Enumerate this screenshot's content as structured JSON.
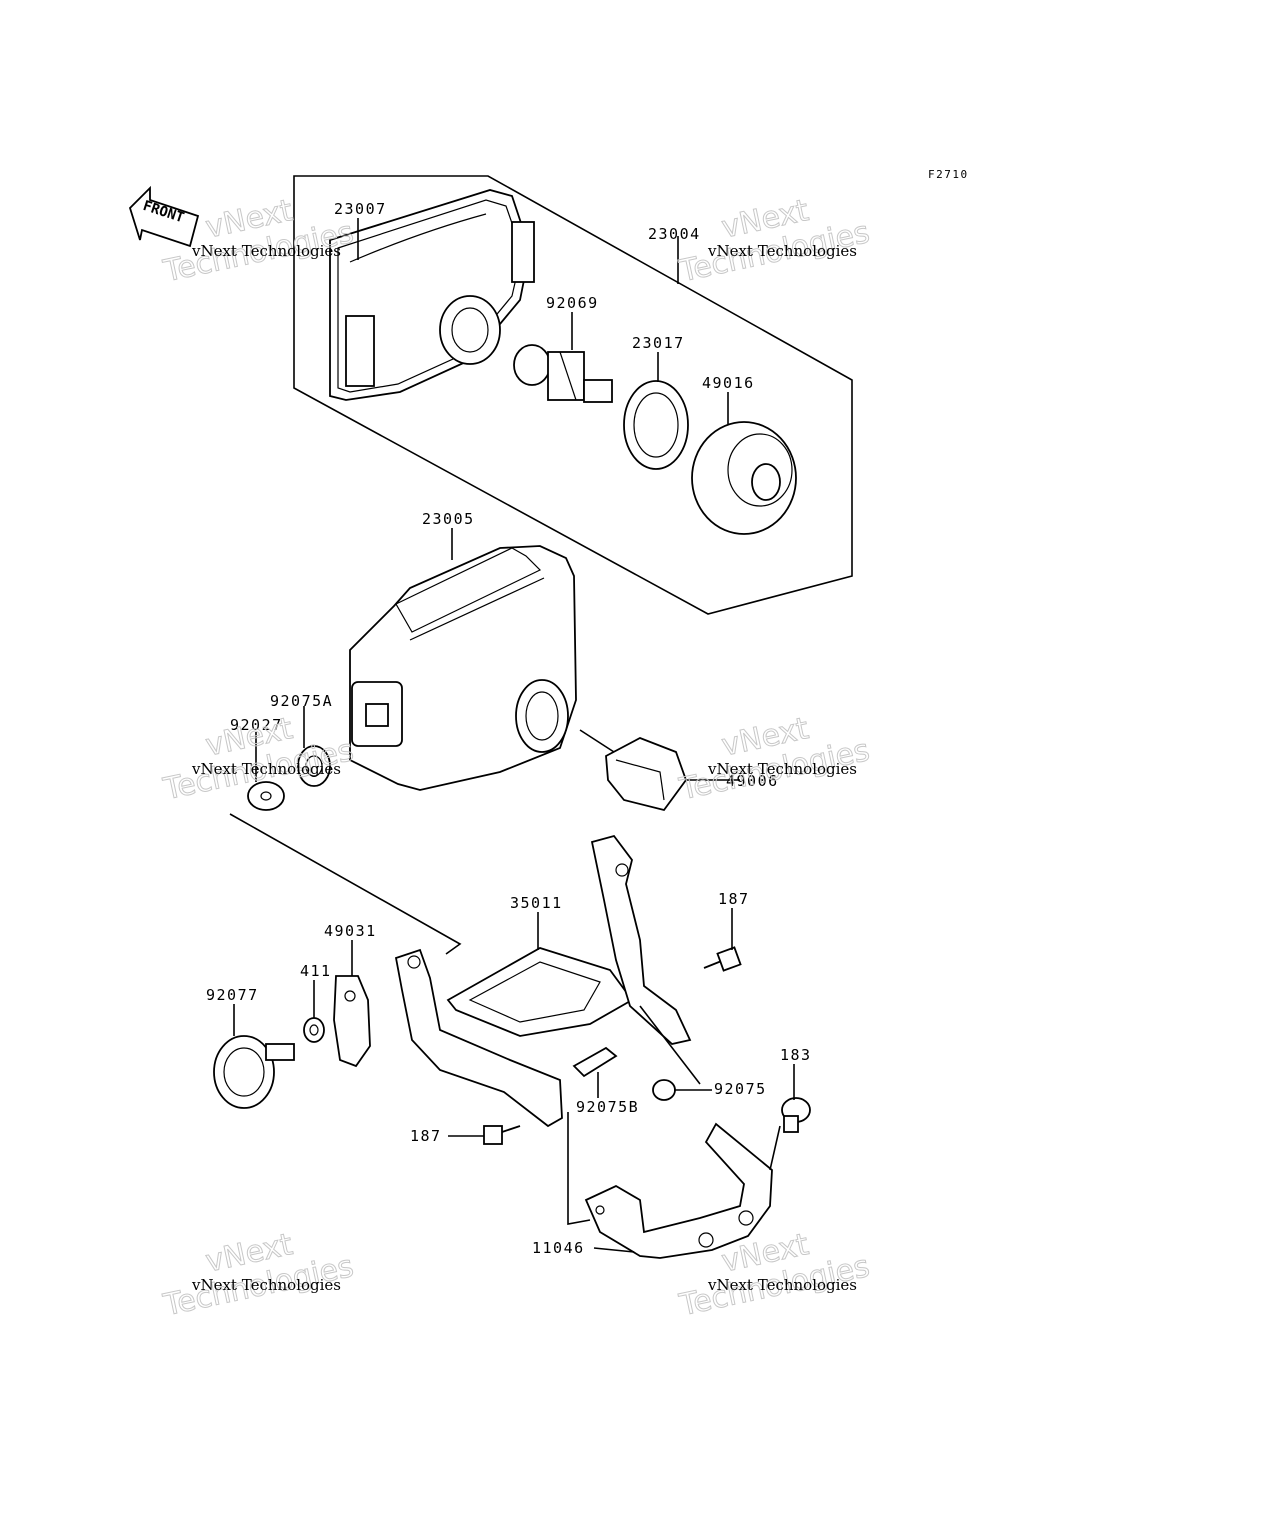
{
  "figure_code": "F2710",
  "front_arrow_label": "FRONT",
  "watermark": {
    "line1": "vNext",
    "line2": "Technologies",
    "small": "vNext Technologies"
  },
  "callouts": [
    {
      "id": "23007",
      "text": "23007"
    },
    {
      "id": "23004",
      "text": "23004"
    },
    {
      "id": "92069",
      "text": "92069"
    },
    {
      "id": "23017",
      "text": "23017"
    },
    {
      "id": "49016",
      "text": "49016"
    },
    {
      "id": "23005",
      "text": "23005"
    },
    {
      "id": "92075A",
      "text": "92075A"
    },
    {
      "id": "92027",
      "text": "92027"
    },
    {
      "id": "49006",
      "text": "49006"
    },
    {
      "id": "35011",
      "text": "35011"
    },
    {
      "id": "187a",
      "text": "187"
    },
    {
      "id": "49031",
      "text": "49031"
    },
    {
      "id": "411",
      "text": "411"
    },
    {
      "id": "92077",
      "text": "92077"
    },
    {
      "id": "183",
      "text": "183"
    },
    {
      "id": "92075",
      "text": "92075"
    },
    {
      "id": "92075B",
      "text": "92075B"
    },
    {
      "id": "187b",
      "text": "187"
    },
    {
      "id": "11046",
      "text": "11046"
    }
  ]
}
